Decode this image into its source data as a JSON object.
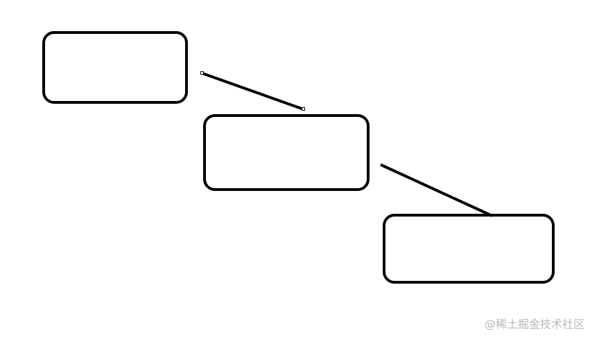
{
  "diagram": {
    "nodes": [
      {
        "label": ""
      },
      {
        "label": ""
      },
      {
        "label": ""
      }
    ],
    "edges": [
      {
        "from": 0,
        "to": 1
      },
      {
        "from": 1,
        "to": 2
      }
    ],
    "stroke_color": "#000000",
    "background_color": "#ffffff"
  },
  "watermark": {
    "text": "@稀土掘金技术社区"
  }
}
